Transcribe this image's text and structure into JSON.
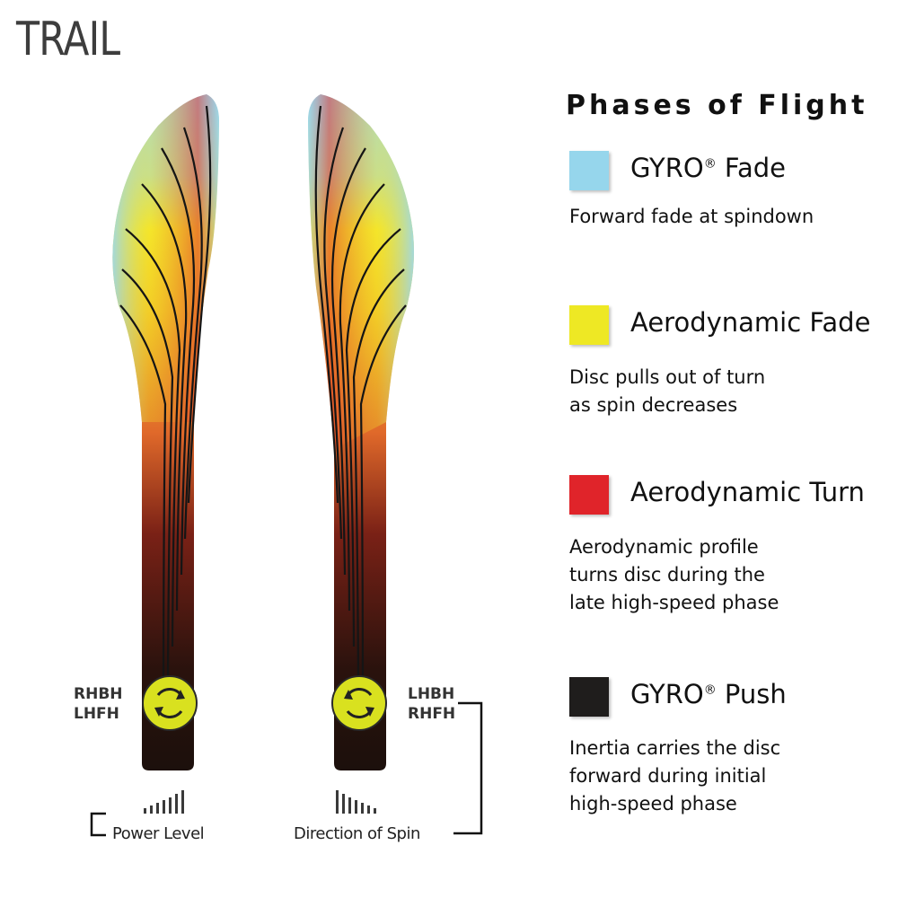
{
  "title": "TRAIL",
  "phases": {
    "heading": "Phases of Flight",
    "items": [
      {
        "name": "GYRO",
        "suffix": " Fade",
        "sup": "®",
        "color": "#96d6ec",
        "desc": [
          "Forward fade at spindown"
        ]
      },
      {
        "name": "Aerodynamic Fade",
        "suffix": "",
        "sup": "",
        "color": "#eee824",
        "desc": [
          "Disc pulls out of turn",
          "as spin decreases"
        ]
      },
      {
        "name": "Aerodynamic Turn",
        "suffix": "",
        "sup": "",
        "color": "#e0242a",
        "desc": [
          "Aerodynamic profile",
          "turns disc during the",
          "late high-speed phase"
        ]
      },
      {
        "name": "GYRO",
        "suffix": " Push",
        "sup": "®",
        "color": "#1f1d1c",
        "desc": [
          "Inertia carries the disc",
          "forward during initial",
          "high-speed phase"
        ]
      }
    ]
  },
  "left_throws": [
    "RHBH",
    "LHFH"
  ],
  "right_throws": [
    "LHBH",
    "RHFH"
  ],
  "power_label": "Power Level",
  "spin_label": "Direction of Spin"
}
